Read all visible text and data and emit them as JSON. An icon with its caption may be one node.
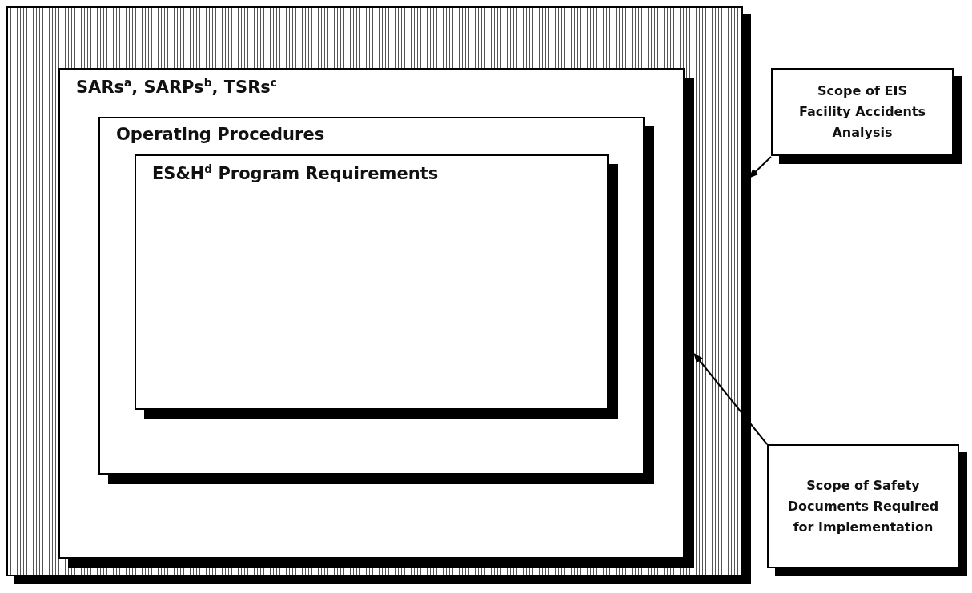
{
  "diagram": {
    "nodes": [
      {
        "text": [],
        "shape": "box"
      },
      {
        "text": [
          "SARs$^{a}$, SARPs$^{b}$, TSRs$^{c}$"
        ],
        "in": 0
      },
      {
        "text": [
          "Operating Procedures"
        ],
        "in": 1
      },
      {
        "text": [
          "ES&H$^{d}$ Program Requirements"
        ],
        "in": 2
      },
      {
        "text": [
          "Scope of EIS Facility Accidents Analysis"
        ]
      },
      {
        "text": [
          "Scope of Safety Documents Required for Implementation"
        ]
      }
    ],
    "edges": [
      {
        "from": 4,
        "to": 0,
        "arrow": "to"
      },
      {
        "from": 5,
        "to": 1,
        "arrow": "to"
      }
    ]
  }
}
